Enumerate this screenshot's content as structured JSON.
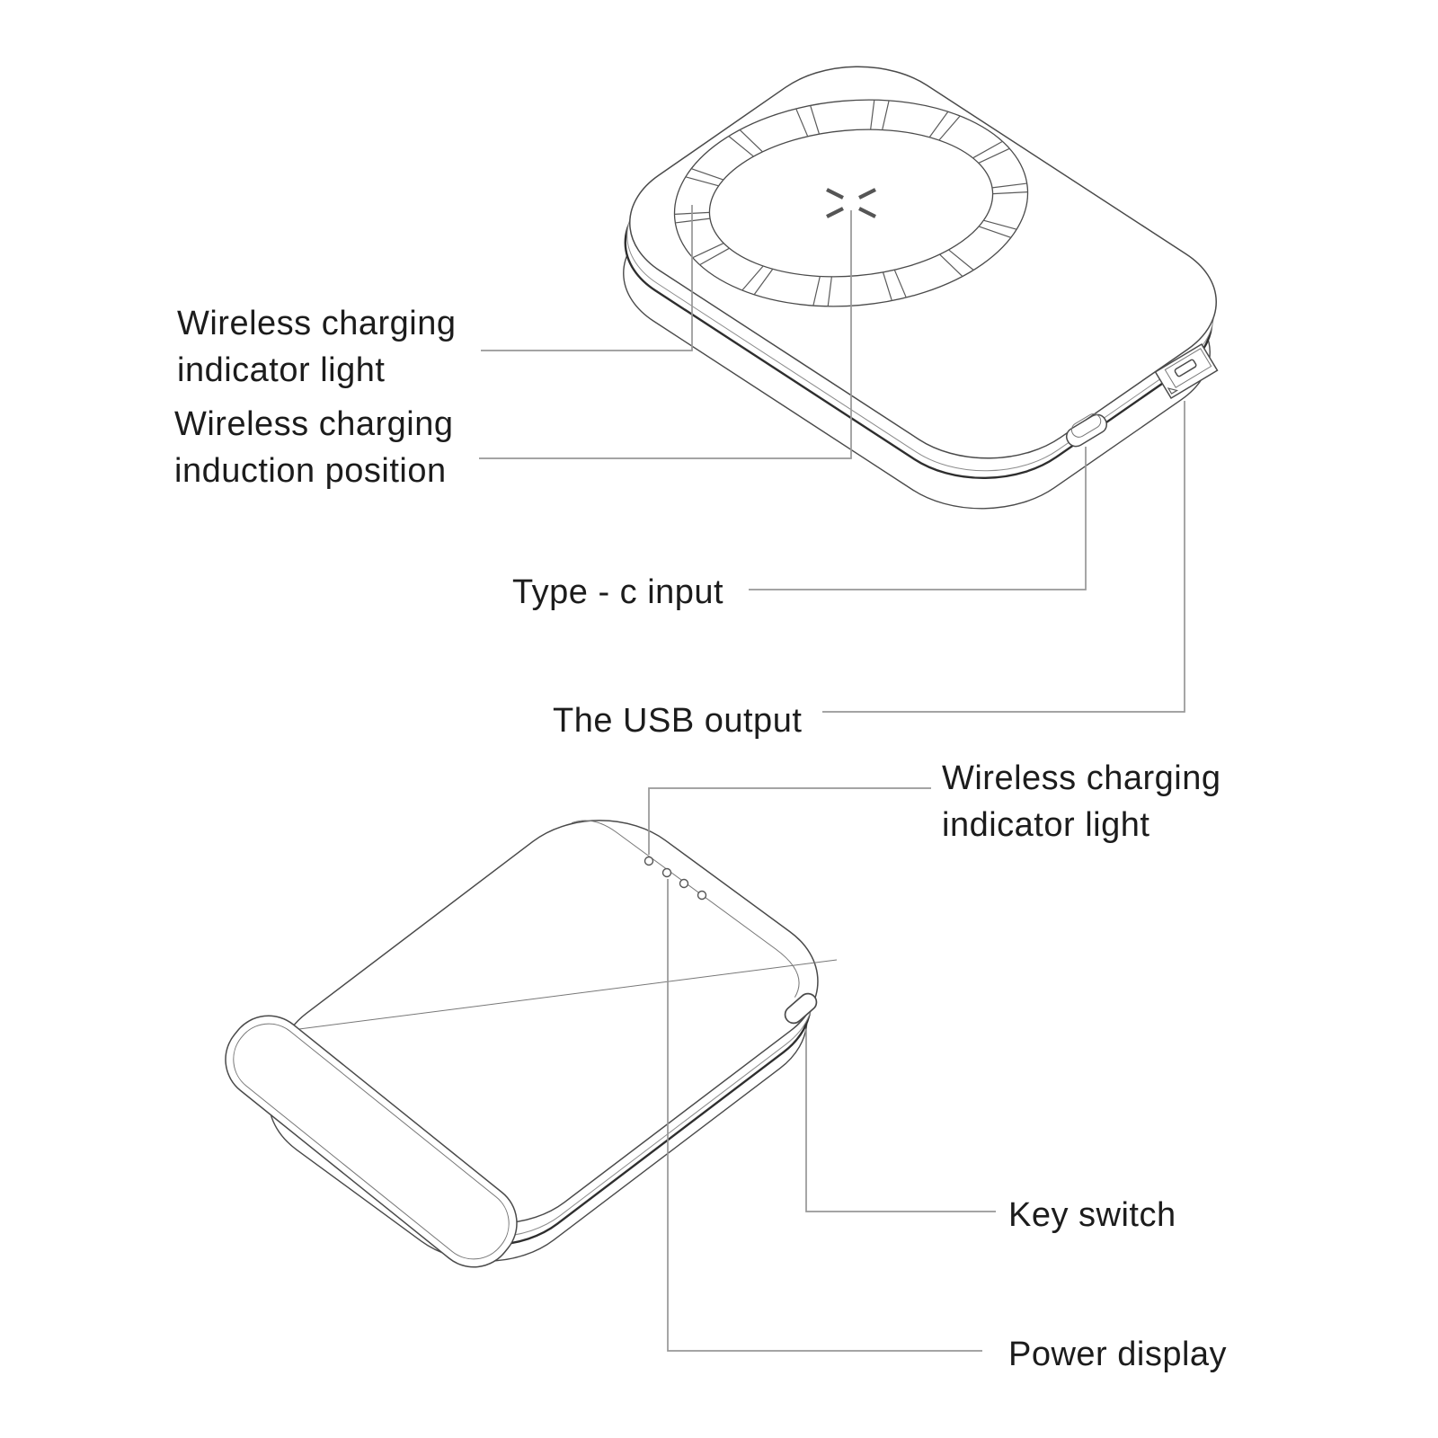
{
  "title": "Wireless power bank parts diagram",
  "colors": {
    "background": "#ffffff",
    "device_outline": "#4a4a4a",
    "seam_dark": "#2e2e2e",
    "seam_light": "#8c8c8c",
    "leader_line": "#979797",
    "label_text": "#1c1c1c"
  },
  "labels": {
    "indicator_top": {
      "lines": [
        "Wireless charging",
        "indicator light"
      ]
    },
    "induction": {
      "lines": [
        "Wireless charging",
        "induction position"
      ]
    },
    "typec": {
      "lines": [
        "Type - c input"
      ]
    },
    "usb": {
      "lines": [
        "The USB output"
      ]
    },
    "indicator_bottom": {
      "lines": [
        "Wireless charging",
        "indicator light"
      ]
    },
    "key_switch": {
      "lines": [
        "Key switch"
      ]
    },
    "power_display": {
      "lines": [
        "Power display"
      ]
    }
  },
  "parts": {
    "top_view": [
      "wireless-charging-ring",
      "charging-position-cross-icon",
      "type-c-port",
      "usb-port"
    ],
    "bottom_view": [
      "indicator-led-dots",
      "key-switch-button",
      "bottom-label-window"
    ]
  }
}
